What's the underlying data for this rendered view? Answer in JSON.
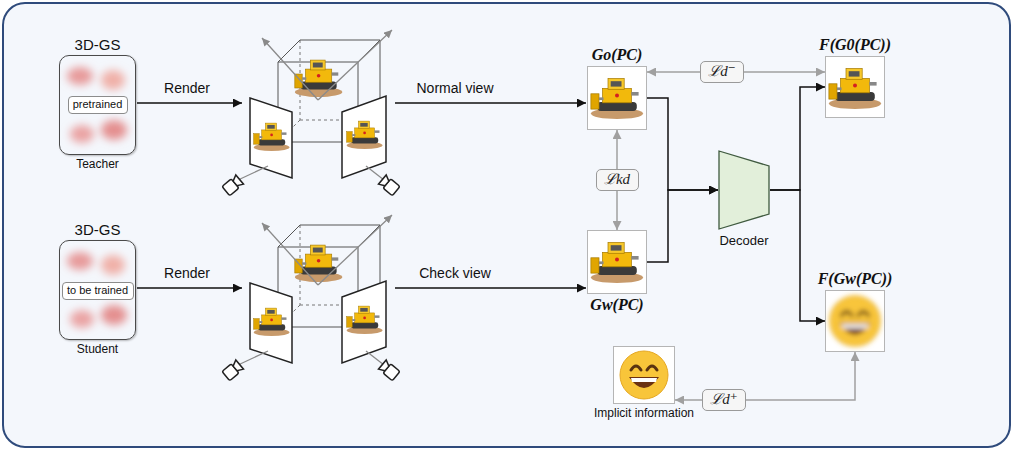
{
  "diagram": {
    "nodes": [
      {
        "text": [
          "3D-GS",
          "Teacher"
        ]
      },
      {
        "text": [
          "pretrained"
        ],
        "in": 0
      },
      {
        "text": [
          "3D-GS",
          "Student"
        ]
      },
      {
        "text": [
          "to be trained"
        ],
        "in": 2
      },
      {
        "text": [
          "Go(PC)"
        ]
      },
      {
        "text": [
          "Gw(PC)"
        ]
      },
      {
        "text": [
          "ℒd⁻"
        ]
      },
      {
        "text": [
          "ℒkd"
        ]
      },
      {
        "text": [
          "Decoder"
        ]
      },
      {
        "text": [
          "F(G0(PC))"
        ]
      },
      {
        "text": [
          "F(Gw(PC))"
        ]
      },
      {
        "text": [
          "Implicit information"
        ]
      },
      {
        "text": [
          "ℒd⁺"
        ]
      }
    ],
    "edges": [
      {
        "from": 6,
        "to": 4,
        "arrow": "to"
      },
      {
        "from": 6,
        "to": 9,
        "arrow": "to"
      },
      {
        "from": 7,
        "to": 4,
        "arrow": "to"
      },
      {
        "from": 7,
        "to": 5,
        "arrow": "to"
      },
      {
        "from": 4,
        "to": 8,
        "arrow": "to"
      },
      {
        "from": 5,
        "to": 8,
        "arrow": "to"
      },
      {
        "from": 8,
        "to": 9,
        "arrow": "to"
      },
      {
        "from": 8,
        "to": 10,
        "arrow": "to"
      },
      {
        "from": 12,
        "to": 11,
        "arrow": "to"
      },
      {
        "from": 12,
        "to": 10,
        "arrow": "to"
      }
    ],
    "labels": [
      "Render",
      "Render",
      "Normal view",
      "Check view"
    ]
  }
}
